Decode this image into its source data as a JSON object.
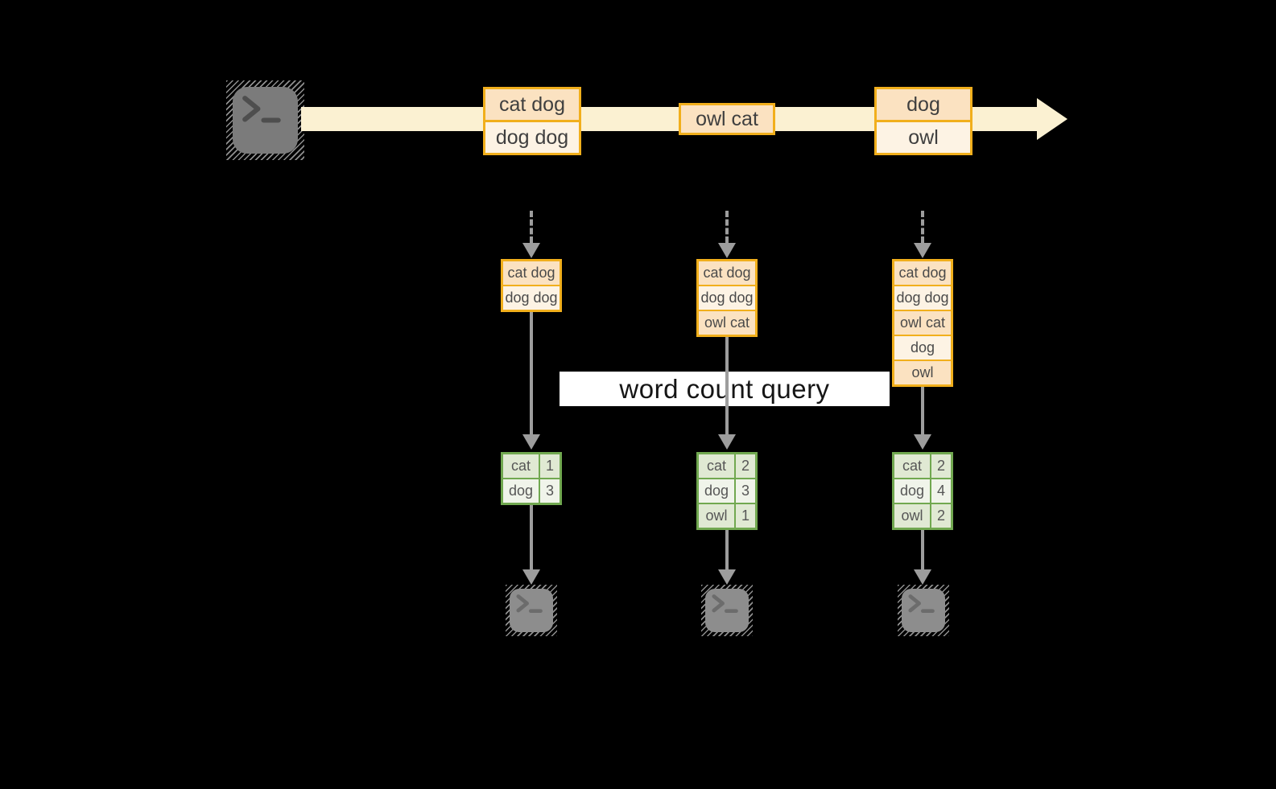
{
  "query_box": {
    "label": "word count query"
  },
  "columns": [
    {
      "record": [
        "cat dog",
        "dog dog"
      ],
      "state": [
        "cat dog",
        "dog dog"
      ],
      "counts": [
        {
          "word": "cat",
          "count": "1"
        },
        {
          "word": "dog",
          "count": "3"
        }
      ]
    },
    {
      "record": [
        "owl cat"
      ],
      "state": [
        "cat dog",
        "dog dog",
        "owl cat"
      ],
      "counts": [
        {
          "word": "cat",
          "count": "2"
        },
        {
          "word": "dog",
          "count": "3"
        },
        {
          "word": "owl",
          "count": "1"
        }
      ]
    },
    {
      "record": [
        "dog",
        "owl"
      ],
      "state": [
        "cat dog",
        "dog dog",
        "owl cat",
        "dog",
        "owl"
      ],
      "counts": [
        {
          "word": "cat",
          "count": "2"
        },
        {
          "word": "dog",
          "count": "4"
        },
        {
          "word": "owl",
          "count": "2"
        }
      ]
    }
  ],
  "icons": {
    "source": "terminal-icon",
    "sinks": [
      "terminal-icon",
      "terminal-icon",
      "terminal-icon"
    ]
  },
  "colors": {
    "background": "#000000",
    "stream_fill": "#FBF1D2",
    "amber_border": "#F1AF1C",
    "peach_fill": "#FBE2C1",
    "cream_fill": "#FDF3E4",
    "green_border": "#71A850",
    "green_row_dark": "#E0E9D3",
    "green_row_light": "#F0F4EA",
    "arrow_gray": "#9D9D9D",
    "query_box_fill": "#FFFFFF"
  }
}
